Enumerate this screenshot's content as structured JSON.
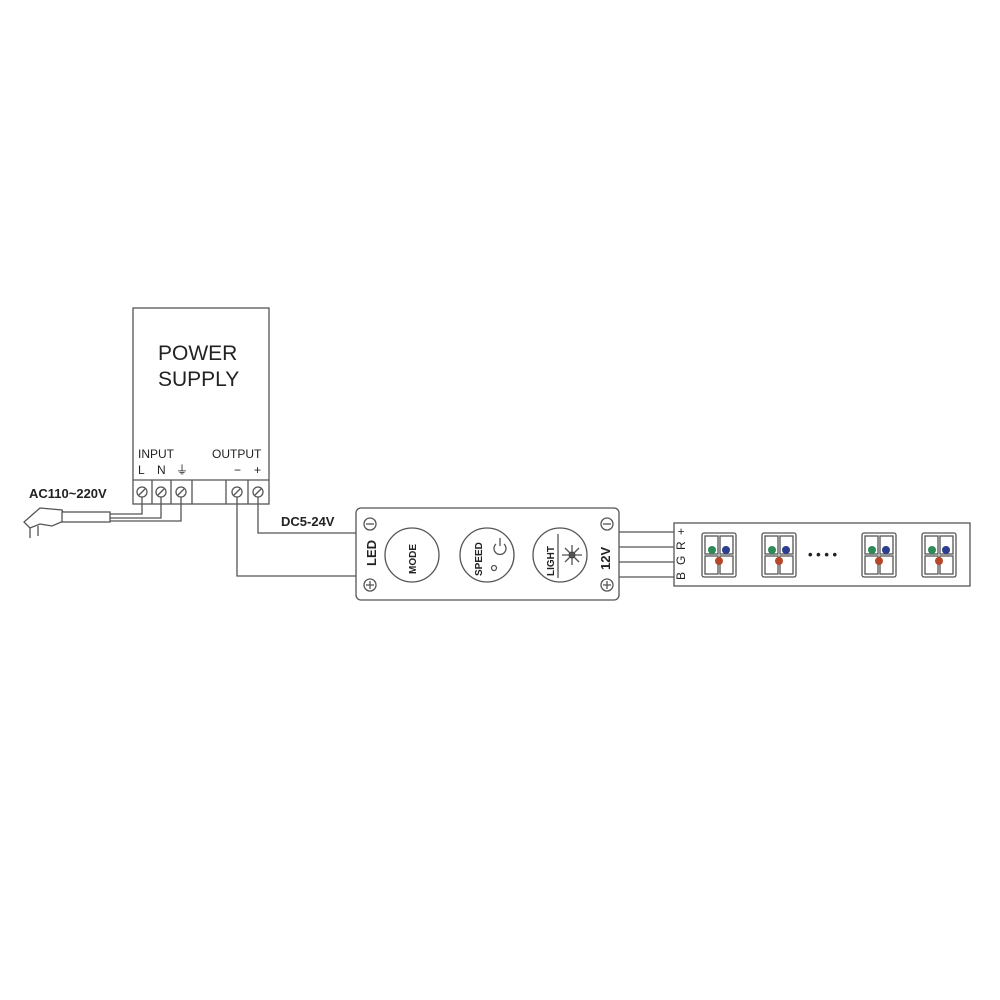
{
  "power_supply": {
    "title_line1": "POWER",
    "title_line2": "SUPPLY",
    "input_label": "INPUT",
    "output_label": "OUTPUT",
    "terminal_L": "L",
    "terminal_N": "N",
    "terminal_ground": "⏚",
    "terminal_minus": "−",
    "terminal_plus": "+"
  },
  "ac_label": "AC110~220V",
  "dc_label": "DC5-24V",
  "controller": {
    "led_label": "LED",
    "voltage_label": "12V",
    "mode_button": "MODE",
    "speed_button": "SPEED",
    "light_button": "LIGHT"
  },
  "strip": {
    "pins": [
      "+",
      "R",
      "G",
      "B"
    ],
    "ellipsis": "• • • •"
  },
  "colors": {
    "line": "#555555",
    "green_led": "#2e8b57",
    "blue_led": "#2c3e8f",
    "red_led": "#b5482a"
  }
}
